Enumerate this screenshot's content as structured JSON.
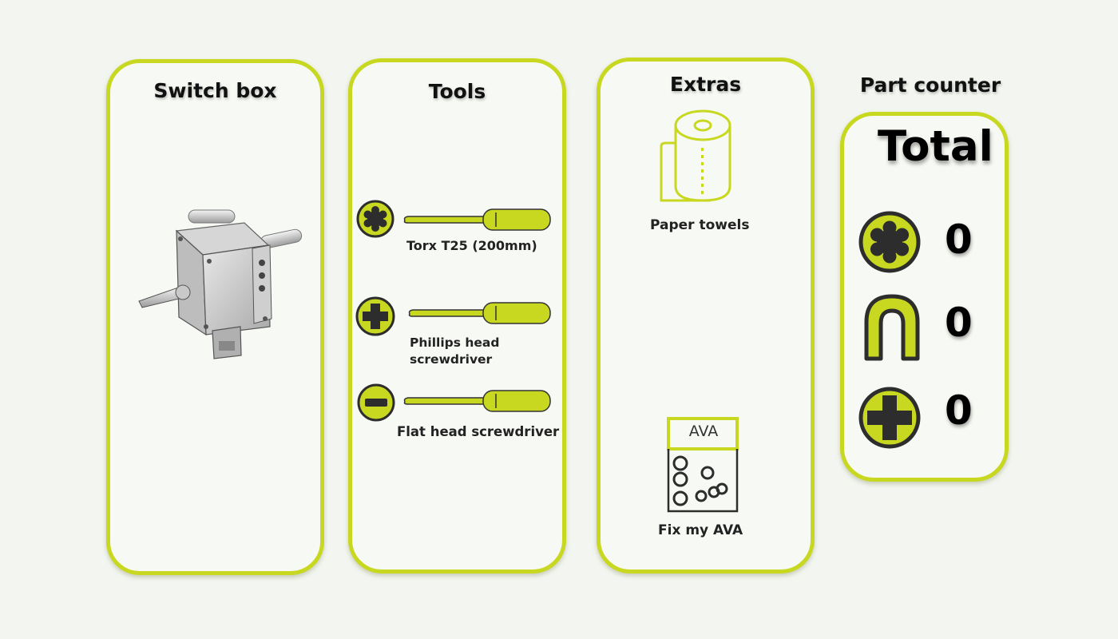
{
  "switch_box": {
    "title": "Switch box"
  },
  "tools": {
    "title": "Tools",
    "items": [
      {
        "label": "Torx T25 (200mm)",
        "icon": "torx-head-icon"
      },
      {
        "label": "Phillips head\nscrewdriver",
        "icon": "phillips-head-icon"
      },
      {
        "label": "Flat head screwdriver",
        "icon": "flat-head-icon"
      }
    ]
  },
  "extras": {
    "title": "Extras",
    "items": [
      {
        "label": "Paper towels",
        "icon": "paper-towel-icon"
      },
      {
        "label": "Fix my AVA",
        "icon": "ava-part-tray-icon",
        "badge": "AVA"
      }
    ]
  },
  "part_counter": {
    "title": "Part counter",
    "total_label": "Total",
    "rows": [
      {
        "icon": "torx-head-icon",
        "value": "0"
      },
      {
        "icon": "u-bracket-icon",
        "value": "0"
      },
      {
        "icon": "phillips-head-icon",
        "value": "0"
      }
    ]
  },
  "colors": {
    "accent": "#c8d820",
    "icon_dark": "#2d2d2d",
    "background": "#f3f6f0"
  }
}
